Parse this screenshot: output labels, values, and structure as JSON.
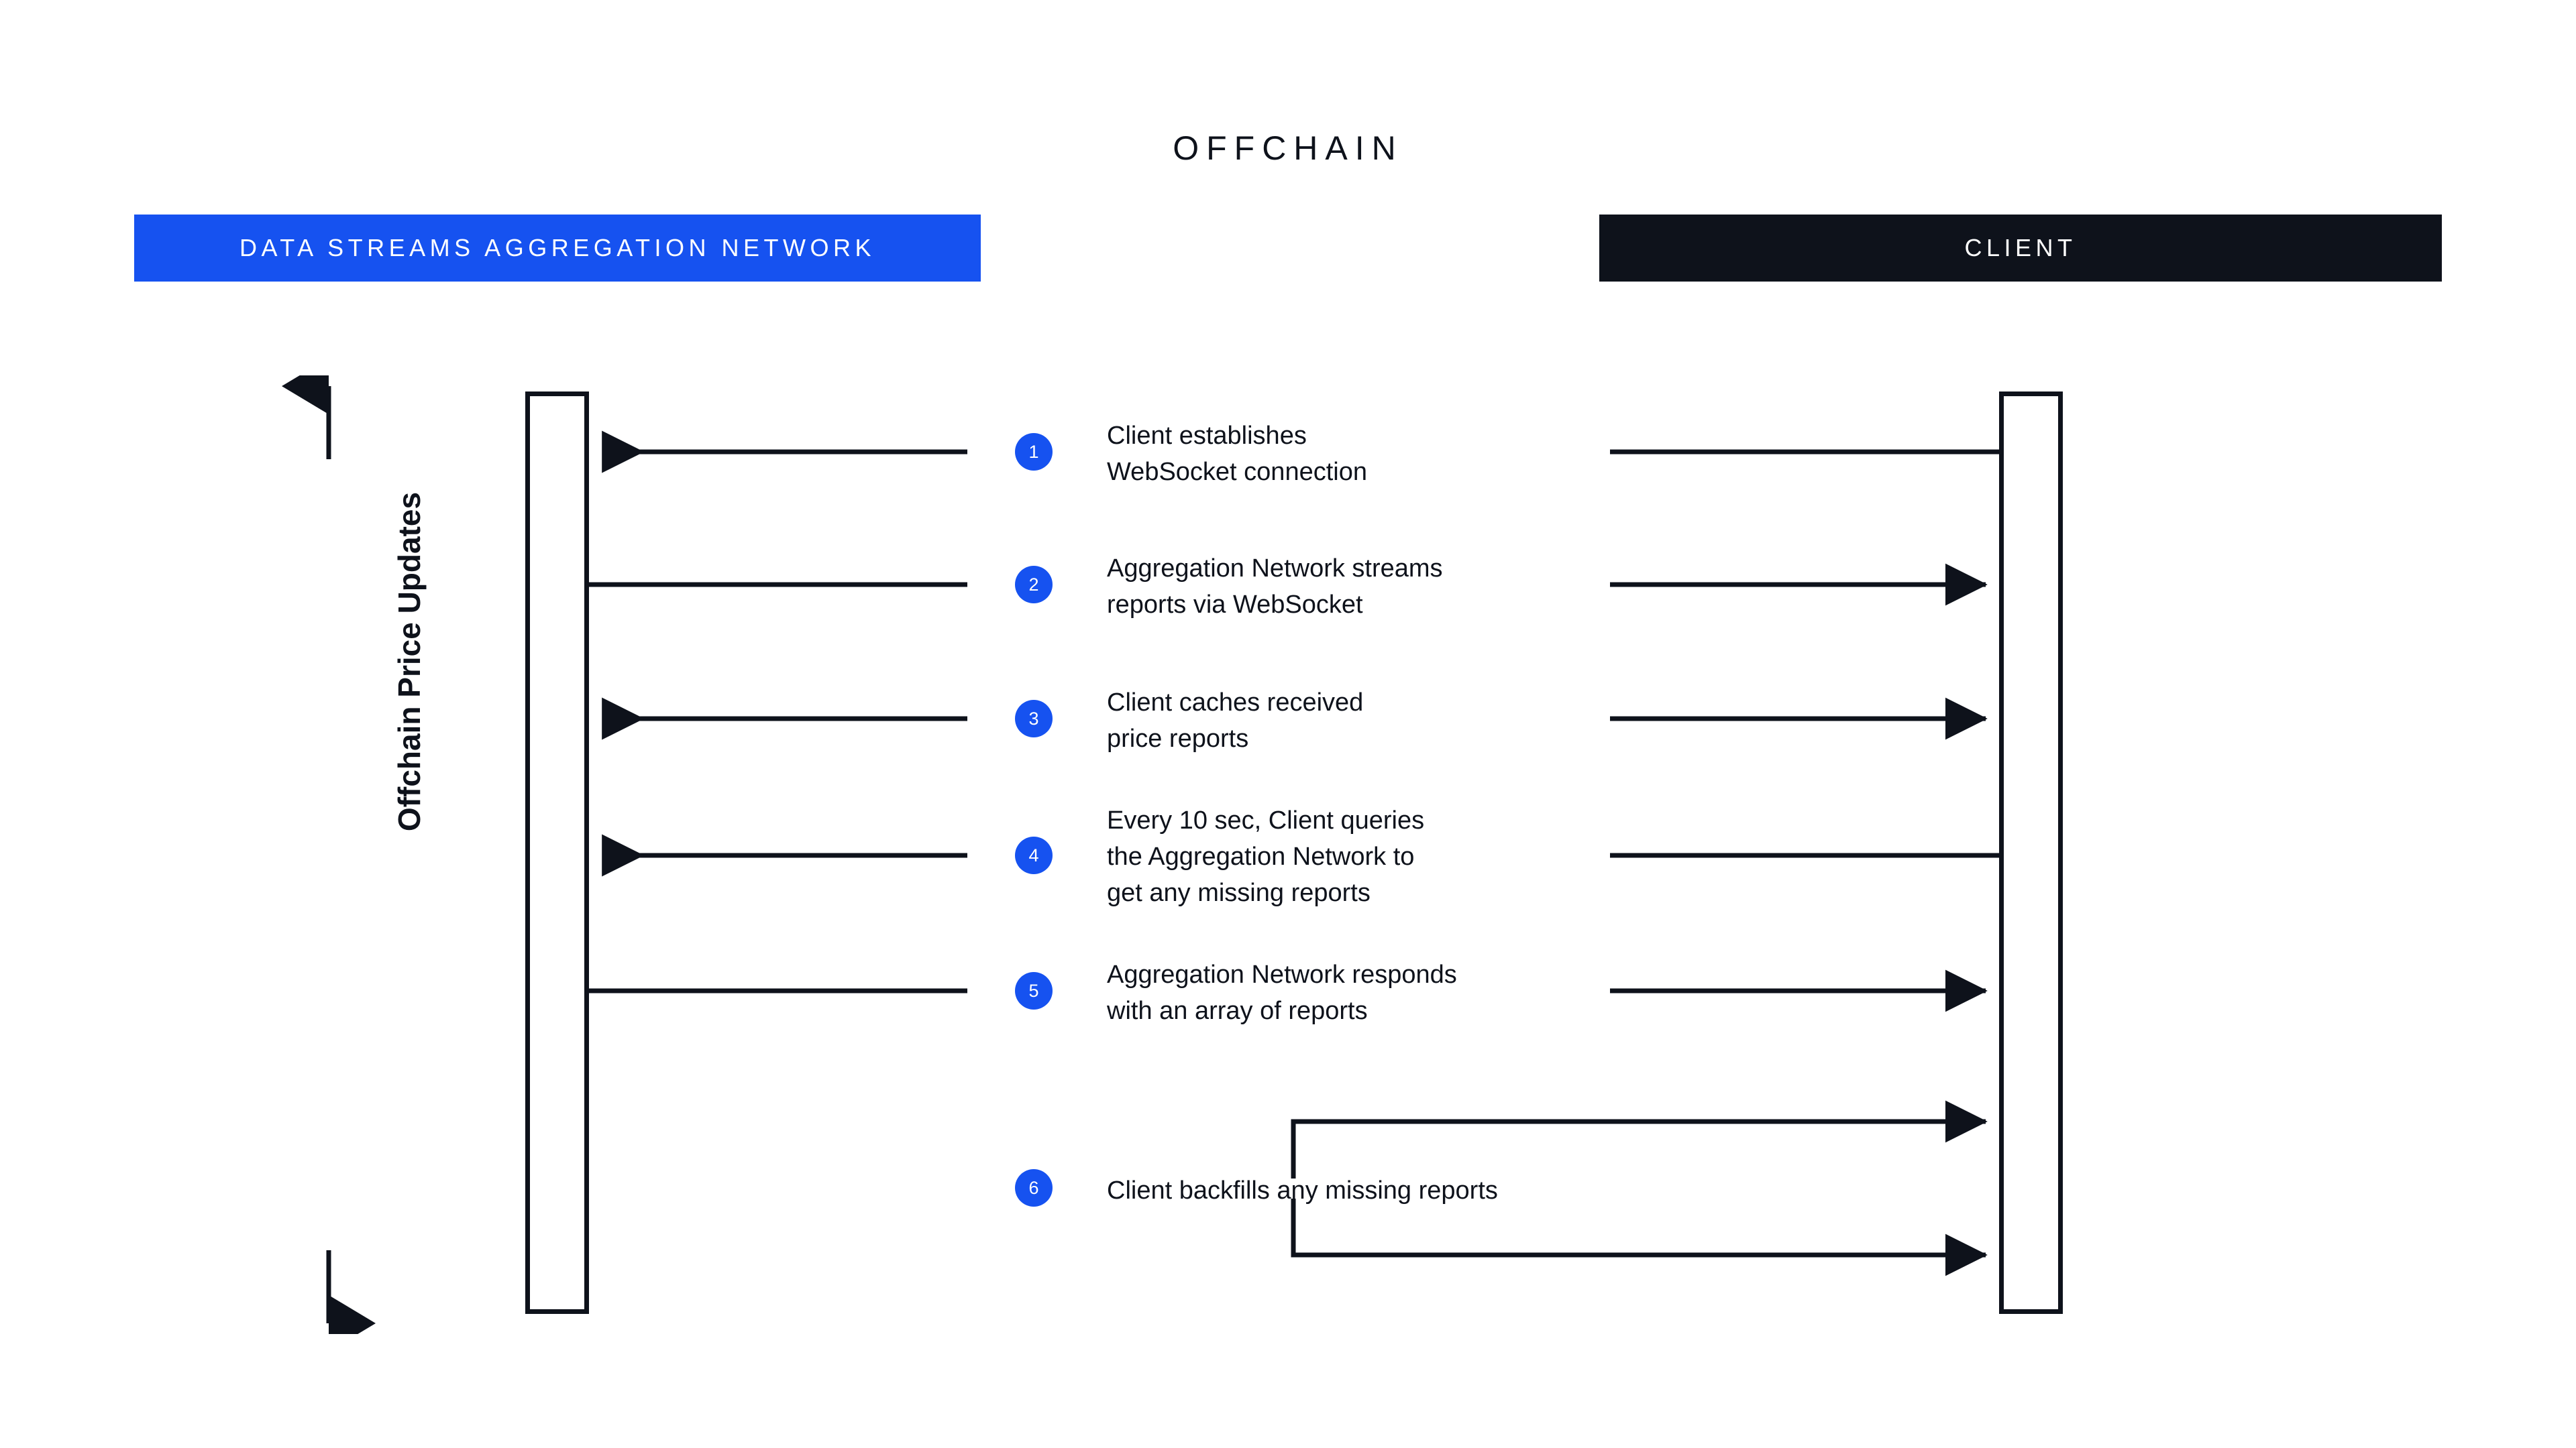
{
  "diagram": {
    "title": "OFFCHAIN",
    "axis_label": "Offchain Price Updates",
    "accent_blue": "#1652F0",
    "ink": "#0E121B",
    "background": "#FFFFFF"
  },
  "lanes": [
    {
      "id": "aggregation-network",
      "label": "DATA STREAMS AGGREGATION NETWORK",
      "bg": "#1652F0",
      "fg": "#FFFFFF"
    },
    {
      "id": "client",
      "label": "CLIENT",
      "bg": "#0E121B",
      "fg": "#FFFFFF"
    }
  ],
  "steps": [
    {
      "num": "1",
      "text": "Client establishes\nWebSocket connection"
    },
    {
      "num": "2",
      "text": "Aggregation Network streams\nreports via WebSocket"
    },
    {
      "num": "3",
      "text": "Client caches received\nprice reports"
    },
    {
      "num": "4",
      "text": "Every 10 sec, Client queries\nthe Aggregation Network to\nget any missing reports"
    },
    {
      "num": "5",
      "text": "Aggregation Network responds\nwith an array of reports"
    },
    {
      "num": "6",
      "text": "Client backfills any missing reports"
    }
  ]
}
